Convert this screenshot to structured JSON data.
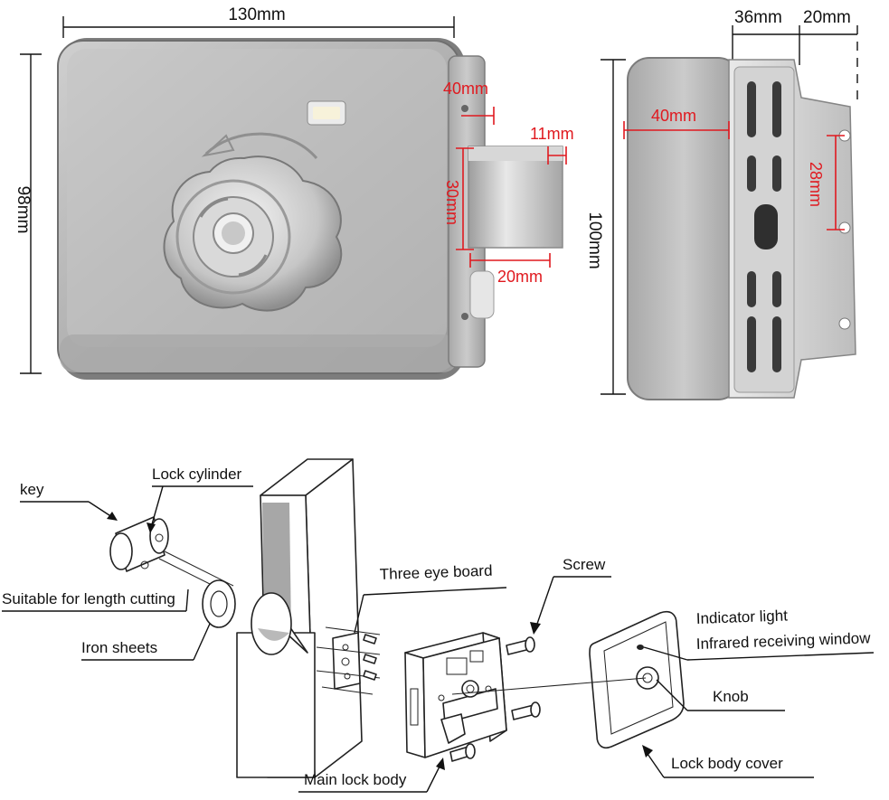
{
  "dimensions": {
    "width_130": "130mm",
    "height_98": "98mm",
    "height_100": "100mm",
    "depth_36": "36mm",
    "flange_20": "20mm",
    "bolt_40": "40mm",
    "bolt_11": "11mm",
    "bolt_30": "30mm",
    "bolt_20": "20mm",
    "side_40": "40mm",
    "hole_28": "28mm"
  },
  "labels": {
    "key": "key",
    "lock_cylinder": "Lock cylinder",
    "suitable_length": "Suitable for length cutting",
    "iron_sheets": "Iron sheets",
    "three_eye_board": "Three eye board",
    "screw": "Screw",
    "indicator_light": "Indicator light",
    "infrared_window": "Infrared receiving window",
    "knob": "Knob",
    "lock_body_cover": "Lock body cover",
    "main_lock_body": "Main lock body"
  },
  "colors": {
    "dimension_red": "#e0191f",
    "steel_light": "#d9d9d9",
    "steel_dark": "#8c8c8c"
  }
}
